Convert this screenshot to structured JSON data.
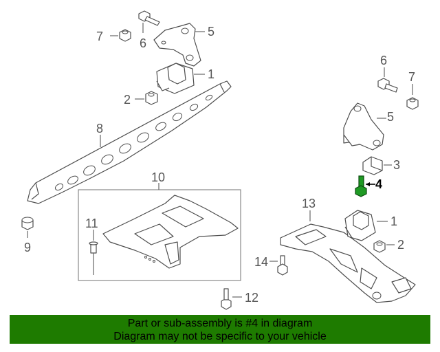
{
  "callouts": {
    "c1a": "1",
    "c2a": "2",
    "c5a": "5",
    "c6a": "6",
    "c7a": "7",
    "c8": "8",
    "c9": "9",
    "c10": "10",
    "c11": "11",
    "c12": "12",
    "c1b": "1",
    "c2b": "2",
    "c3": "3",
    "c4": "4",
    "c5b": "5",
    "c6b": "6",
    "c7b": "7",
    "c13": "13",
    "c14": "14"
  },
  "highlighted_part": "4",
  "highlight_color": "#1f9a24",
  "banner": {
    "line1": "Part or sub-assembly is #4 in diagram",
    "line2": "Diagram may not be specific to your vehicle",
    "background": "#1e7b00"
  }
}
